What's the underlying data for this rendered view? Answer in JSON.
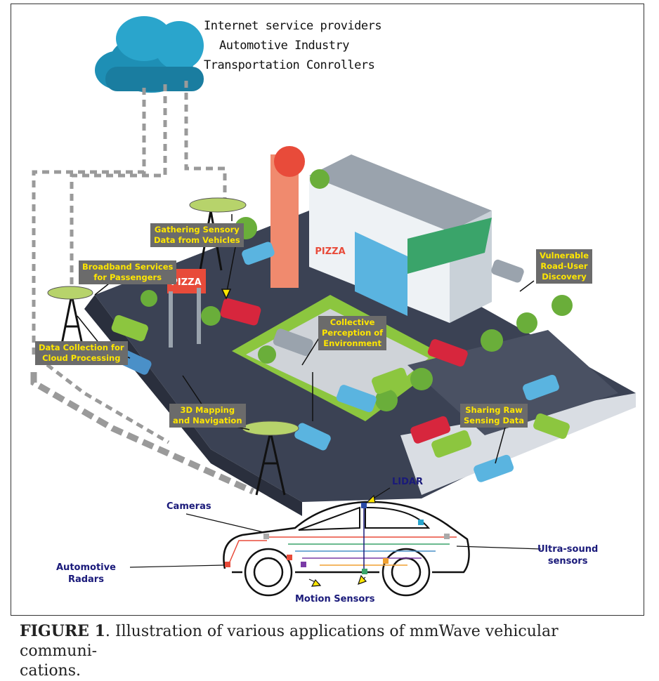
{
  "cloud": {
    "lines": [
      "Internet service providers",
      "Automotive Industry",
      "Transportation Conrollers"
    ]
  },
  "labels": {
    "gathering": "Gathering Sensory\nData from Vehicles",
    "broadband": "Broadband Services\nfor Passengers",
    "vulnerable": "Vulnerable\nRoad-User\nDiscovery",
    "collective": "Collective\nPerception of\nEnvironment",
    "datacollection": "Data Collection for\nCloud Processing",
    "mapping": "3D Mapping\nand Navigation",
    "sharing": "Sharing Raw\nSensing Data"
  },
  "signs": {
    "pizza_tower": "PIZZA",
    "pizza_sign": "PIZZA"
  },
  "car_sensors": {
    "lidar": "LIDAR",
    "cameras": "Cameras",
    "ultrasound": "Ultra-sound\nsensors",
    "radars": "Automotive\nRadars",
    "motion": "Motion Sensors"
  },
  "caption": {
    "label": "FIGURE 1",
    "text": ". Illustration of various applications of mmWave vehicular communi-\ncations."
  },
  "colors": {
    "label_bg": "#6b6b6b",
    "label_text": "#ffe600",
    "road": "#3b4254",
    "grass": "#8cc63f",
    "sensor_text": "#1a1a7a"
  }
}
